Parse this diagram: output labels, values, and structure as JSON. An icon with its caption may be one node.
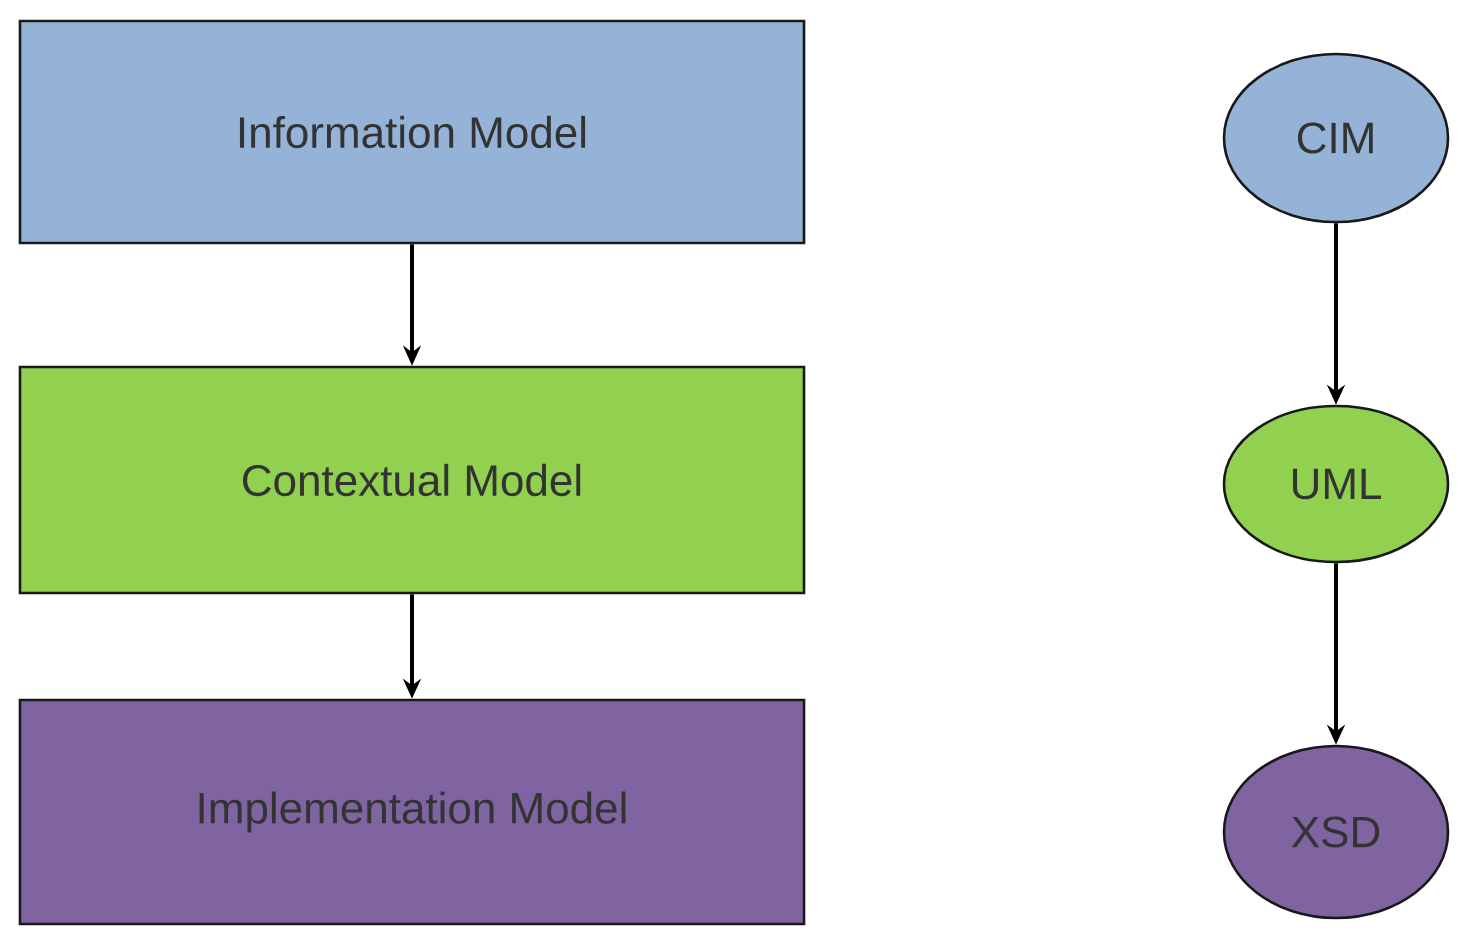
{
  "diagram": {
    "nodes": [
      {
        "text": [
          "Information Model"
        ]
      },
      {
        "text": [
          "Contextual  Model"
        ]
      },
      {
        "text": [
          "Implementation Model"
        ]
      },
      {
        "text": [
          "CIM"
        ]
      },
      {
        "text": [
          "UML"
        ]
      },
      {
        "text": [
          "XSD"
        ]
      }
    ],
    "edges": [
      {
        "from": 0,
        "to": 1,
        "arrow": "to"
      },
      {
        "from": 1,
        "to": 2,
        "arrow": "to"
      },
      {
        "from": 3,
        "to": 4,
        "arrow": "to"
      },
      {
        "from": 4,
        "to": 5,
        "arrow": "to"
      }
    ]
  }
}
